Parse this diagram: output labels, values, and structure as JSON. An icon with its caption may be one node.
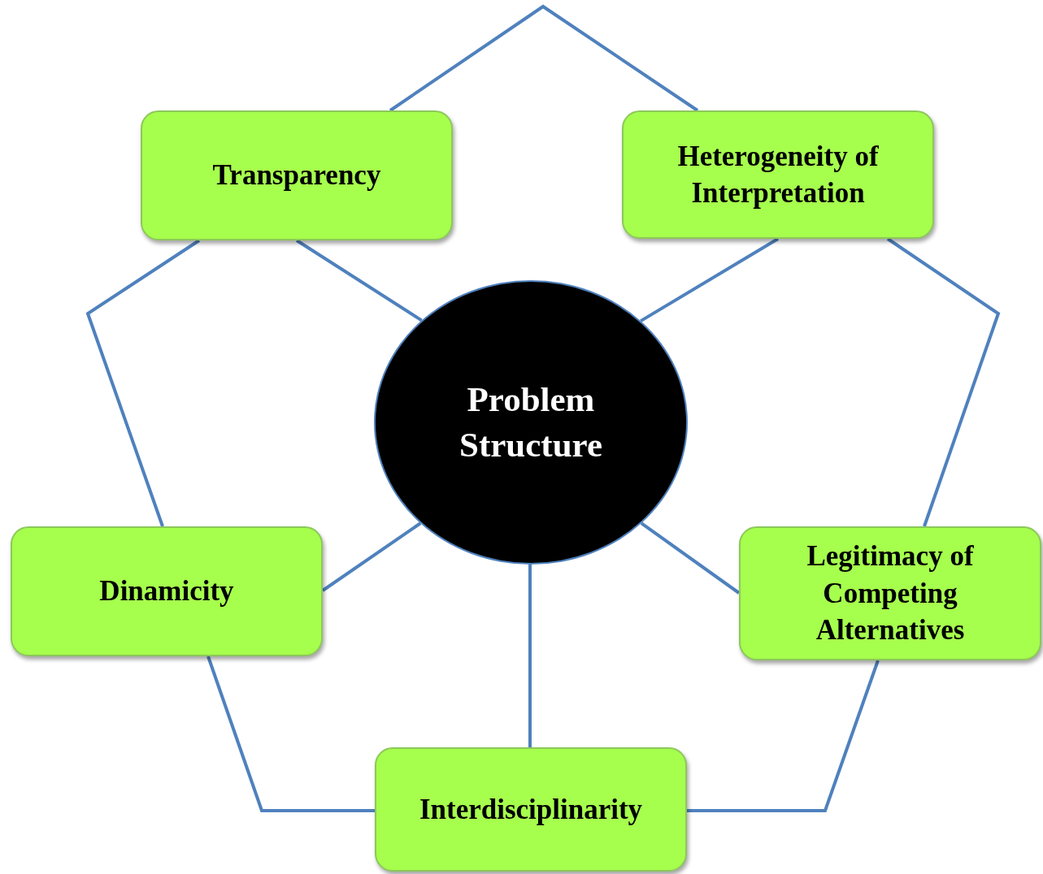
{
  "diagram": {
    "nodes": [
      {
        "text": [
          "Transparency"
        ]
      },
      {
        "text": [
          "Heterogeneity of Interpretation"
        ]
      },
      {
        "text": [
          "Problem Structure"
        ]
      },
      {
        "text": [
          "Dinamicity"
        ]
      },
      {
        "text": [
          "Legitimacy of Competing Alternatives"
        ]
      },
      {
        "text": [
          "Interdisciplinarity"
        ]
      }
    ],
    "edges": [
      {
        "from": 2,
        "to": 0,
        "arrow": "none"
      },
      {
        "from": 2,
        "to": 1,
        "arrow": "none"
      },
      {
        "from": 2,
        "to": 3,
        "arrow": "none"
      },
      {
        "from": 2,
        "to": 4,
        "arrow": "none"
      },
      {
        "from": 2,
        "to": 5,
        "arrow": "none"
      },
      {
        "from": 0,
        "to": 1,
        "arrow": "none"
      },
      {
        "from": 1,
        "to": 4,
        "arrow": "none"
      },
      {
        "from": 4,
        "to": 5,
        "arrow": "none"
      },
      {
        "from": 5,
        "to": 3,
        "arrow": "none"
      },
      {
        "from": 3,
        "to": 0,
        "arrow": "none"
      }
    ]
  }
}
